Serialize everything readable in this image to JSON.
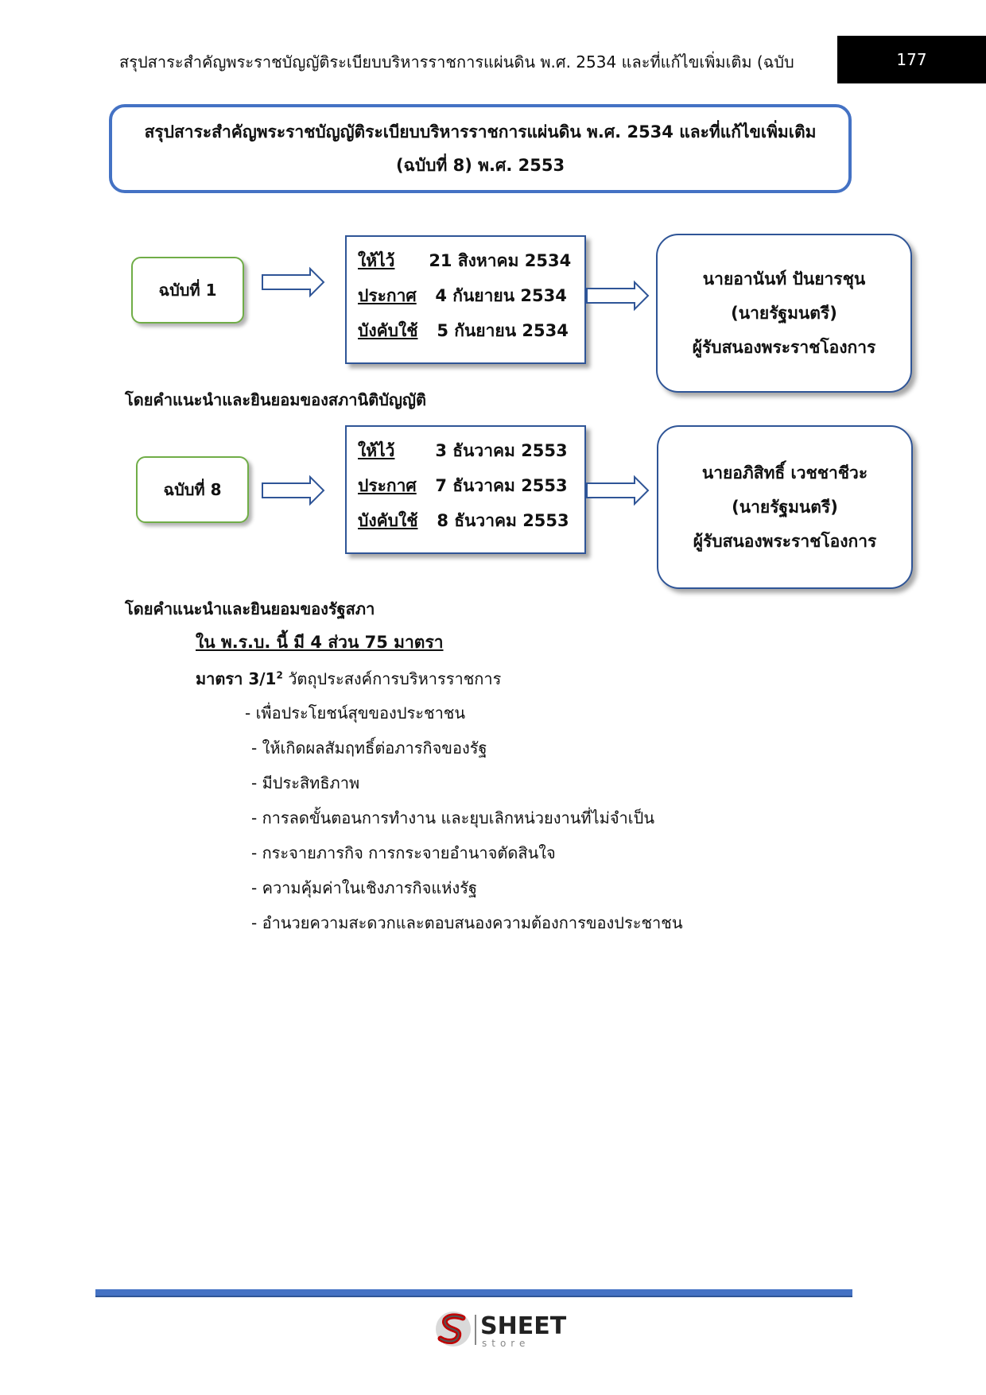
{
  "header": {
    "running_title": "สรุปสาระสำคัญพระราชบัญญัติระเบียบบริหารราชการแผ่นดิน พ.ศ. 2534 และที่แก้ไขเพิ่มเติม (ฉบับ",
    "page_number": "177"
  },
  "title": {
    "line1": "สรุปสาระสำคัญพระราชบัญญัติระเบียบบริหารราชการแผ่นดิน พ.ศ. 2534 และที่แก้ไขเพิ่มเติม",
    "line2": "(ฉบับที่ 8) พ.ศ. 2553"
  },
  "editions": [
    {
      "label": "ฉบับที่ 1",
      "dates": [
        {
          "label": "ให้ไว้",
          "value": "21 สิงหาคม 2534"
        },
        {
          "label": "ประกาศ",
          "value": "4 กันยายน 2534"
        },
        {
          "label": "บังคับใช้",
          "value": "5 กันยายน 2534"
        }
      ],
      "signer": {
        "name": "นายอานันท์ ปันยารชุน",
        "role": "(นายรัฐมนตรี)",
        "duty": "ผู้รับสนองพระราชโองการ"
      },
      "note": "โดยคำแนะนำและยินยอมของสภานิติบัญญัติ"
    },
    {
      "label": "ฉบับที่ 8",
      "dates": [
        {
          "label": "ให้ไว้",
          "value": "3 ธันวาคม 2553"
        },
        {
          "label": "ประกาศ",
          "value": "7 ธันวาคม 2553"
        },
        {
          "label": "บังคับใช้",
          "value": "8 ธันวาคม 2553"
        }
      ],
      "signer": {
        "name": "นายอภิสิทธิ์  เวชชาชีวะ",
        "role": "(นายรัฐมนตรี)",
        "duty": "ผู้รับสนองพระราชโองการ"
      },
      "note": "โดยคำแนะนำและยินยอมของรัฐสภา"
    }
  ],
  "summary": "ใน พ.ร.บ. นี้ มี 4 ส่วน 75 มาตรา",
  "section": {
    "label": "มาตรา 3/1",
    "superscript": "2",
    "text": "วัตถุประสงค์การบริหารราชการ"
  },
  "objectives": [
    "- เพื่อประโยชน์สุขของประชาชน",
    "- ให้เกิดผลสัมฤทธิ์ต่อภารกิจของรัฐ",
    "- มีประสิทธิภาพ",
    "- การลดขั้นตอนการทำงาน และยุบเลิกหน่วยงานที่ไม่จำเป็น",
    "- กระจายภารกิจ การกระจายอำนาจตัดสินใจ",
    "- ความคุ้มค่าในเชิงภารกิจแห่งรัฐ",
    "- อำนวยความสะดวกและตอบสนองความต้องการของประชาชน"
  ],
  "footer": {
    "logo_main": "SHEET",
    "logo_sub": "store",
    "logo_icon": "sheet-store-s-logo-icon",
    "bar_color": "#4472c4"
  }
}
